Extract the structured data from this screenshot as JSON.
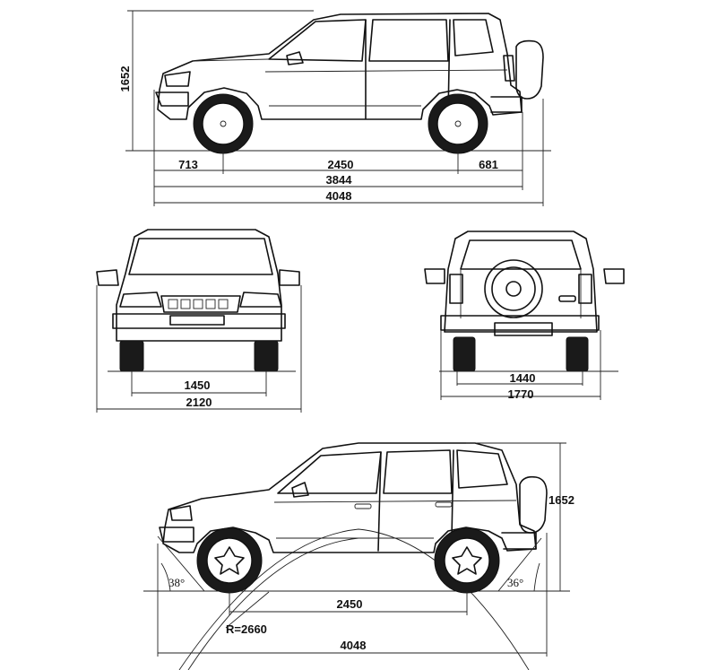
{
  "side_view_top": {
    "height": "1652",
    "front_overhang": "713",
    "wheelbase": "2450",
    "rear_overhang": "681",
    "length_no_spare": "3844",
    "length_total": "4048"
  },
  "front_view": {
    "track": "1450",
    "width": "2120"
  },
  "rear_view": {
    "track": "1440",
    "width": "1770"
  },
  "side_view_bottom": {
    "height": "1652",
    "approach_angle": "38°",
    "departure_angle": "36°",
    "wheelbase": "2450",
    "turning_radius": "R=2660",
    "length_total": "4048"
  },
  "colors": {
    "line": "#111111",
    "background": "#ffffff"
  }
}
